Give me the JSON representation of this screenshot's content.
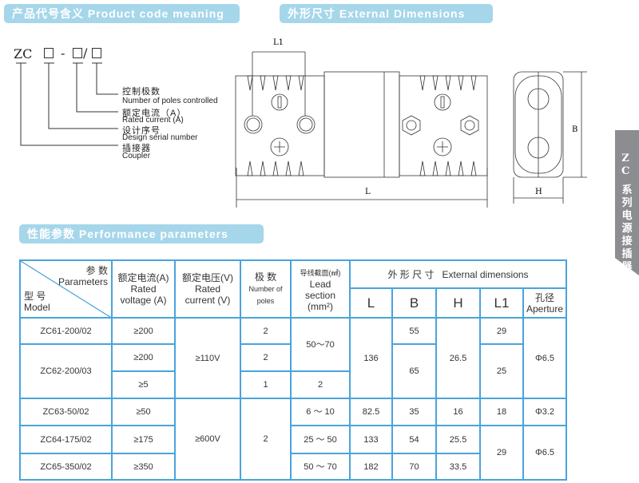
{
  "sections": {
    "code_title": "产品代号含义 Product code meaning",
    "dims_title": "外形尺寸 External Dimensions",
    "perf_title": "性能参数 Performance parameters"
  },
  "code": {
    "prefix": "ZC",
    "dash": "-",
    "slash": "/",
    "labels": [
      {
        "cn": "控制极数",
        "en": "Number of poles controlled"
      },
      {
        "cn": "额定电流（A）",
        "en": "Rated current (A)"
      },
      {
        "cn": "设计序号",
        "en": "Design serial number"
      },
      {
        "cn": "插接器",
        "en": "Coupler"
      }
    ]
  },
  "drawing": {
    "l1": "L1",
    "l": "L",
    "b": "B",
    "h": "H"
  },
  "side_tab": {
    "series": "ZC",
    "text": "系列电源接插器"
  },
  "table": {
    "header": {
      "param_cn": "参 数",
      "param_en": "Parameters",
      "model_cn": "型 号",
      "model_en": "Model",
      "current_cn": "额定电流(A)",
      "current_en": "Rated voltage (A)",
      "voltage_cn": "额定电压(V)",
      "voltage_en": "Rated current (V)",
      "poles_cn": "极 数",
      "poles_en": "Number of poles",
      "lead_cn": "导线截面(㎟)",
      "lead_en": "Lead section (mm²)",
      "ext_cn": "外 形 尺 寸",
      "ext_en": "External dimensions",
      "L": "L",
      "B": "B",
      "H": "H",
      "L1": "L1",
      "ap_cn": "孔径",
      "ap_en": "Aperture"
    },
    "rows": [
      {
        "model": "ZC61-200/02",
        "current": "≥200",
        "voltage": "≥110V",
        "poles": "2",
        "lead": "50～70",
        "L": "136",
        "B": "55",
        "H": "26.5",
        "L1": "29",
        "aperture": "Φ6.5"
      },
      {
        "model": "ZC62-200/03",
        "current": "≥200",
        "poles": "2",
        "B": "65",
        "L1": "25"
      },
      {
        "current": "≥5",
        "poles": "1",
        "lead": "2"
      },
      {
        "model": "ZC63-50/02",
        "current": "≥50",
        "voltage": "≥600V",
        "poles": "2",
        "lead": "6 ～ 10",
        "L": "82.5",
        "B": "35",
        "H": "16",
        "L1": "18",
        "aperture": "Φ3.2"
      },
      {
        "model": "ZC64-175/02",
        "current": "≥175",
        "lead": "25 ～ 50",
        "L": "133",
        "B": "54",
        "H": "25.5",
        "L1": "29",
        "aperture": "Φ6.5"
      },
      {
        "model": "ZC65-350/02",
        "current": "≥350",
        "lead": "50 ～ 70",
        "L": "182",
        "B": "70",
        "H": "33.5"
      }
    ]
  }
}
